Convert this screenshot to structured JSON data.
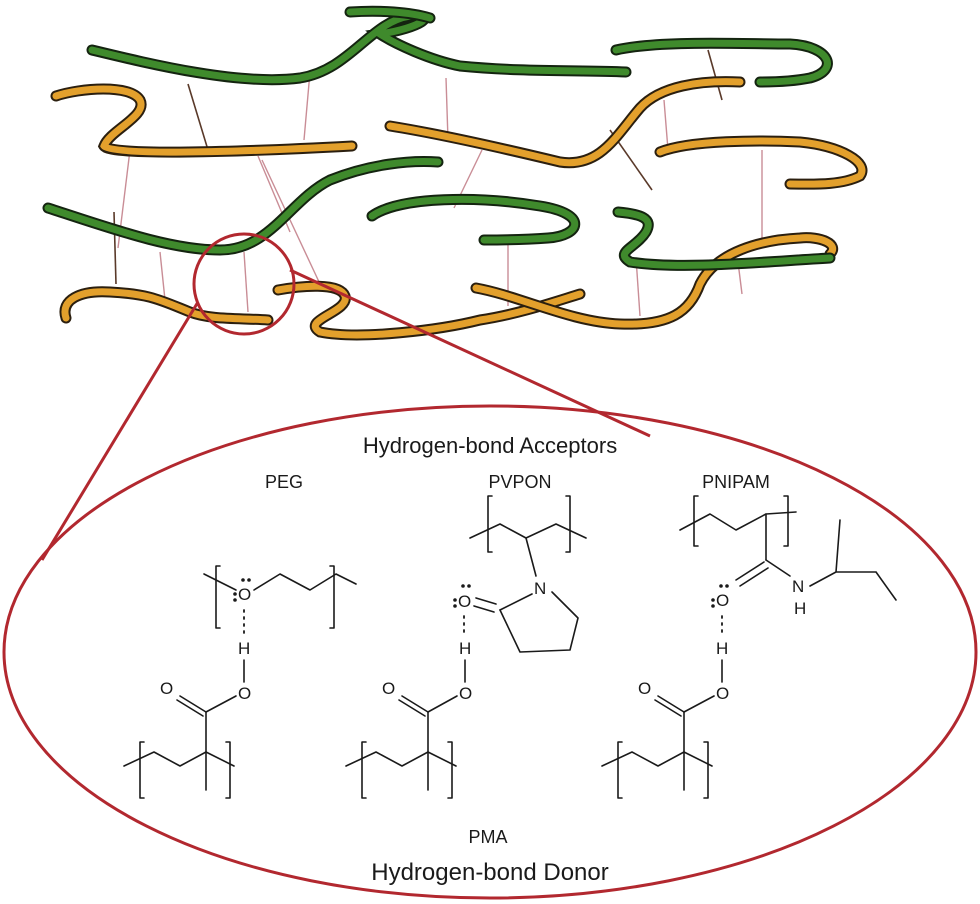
{
  "acceptors_title": "Hydrogen-bond Acceptors",
  "donor_name": "PMA",
  "donor_title": "Hydrogen-bond Donor",
  "acceptors": [
    {
      "name": "PEG"
    },
    {
      "name": "PVPON"
    },
    {
      "name": "PNIPAM"
    }
  ],
  "atoms": {
    "oxygen": "O",
    "nitrogen": "N",
    "hydrogen": "H",
    "amide_nh": "N\nH"
  },
  "colors": {
    "strand_orange": "#e3a02c",
    "strand_green": "#3f8a2c",
    "highlight_red": "#b2282f",
    "hbond_link": "#c98d96"
  }
}
